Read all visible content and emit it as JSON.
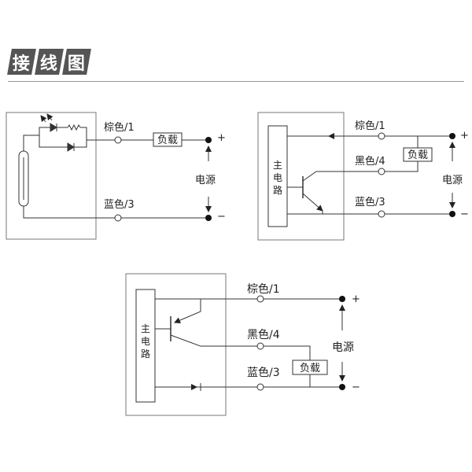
{
  "title_chars": [
    "接",
    "线",
    "图"
  ],
  "labels": {
    "brown": "棕色/1",
    "blue": "蓝色/3",
    "black": "黑色/4",
    "load": "负载",
    "power": "电源",
    "plus": "+",
    "minus": "−",
    "main_circuit": [
      "主",
      "电",
      "路"
    ]
  }
}
